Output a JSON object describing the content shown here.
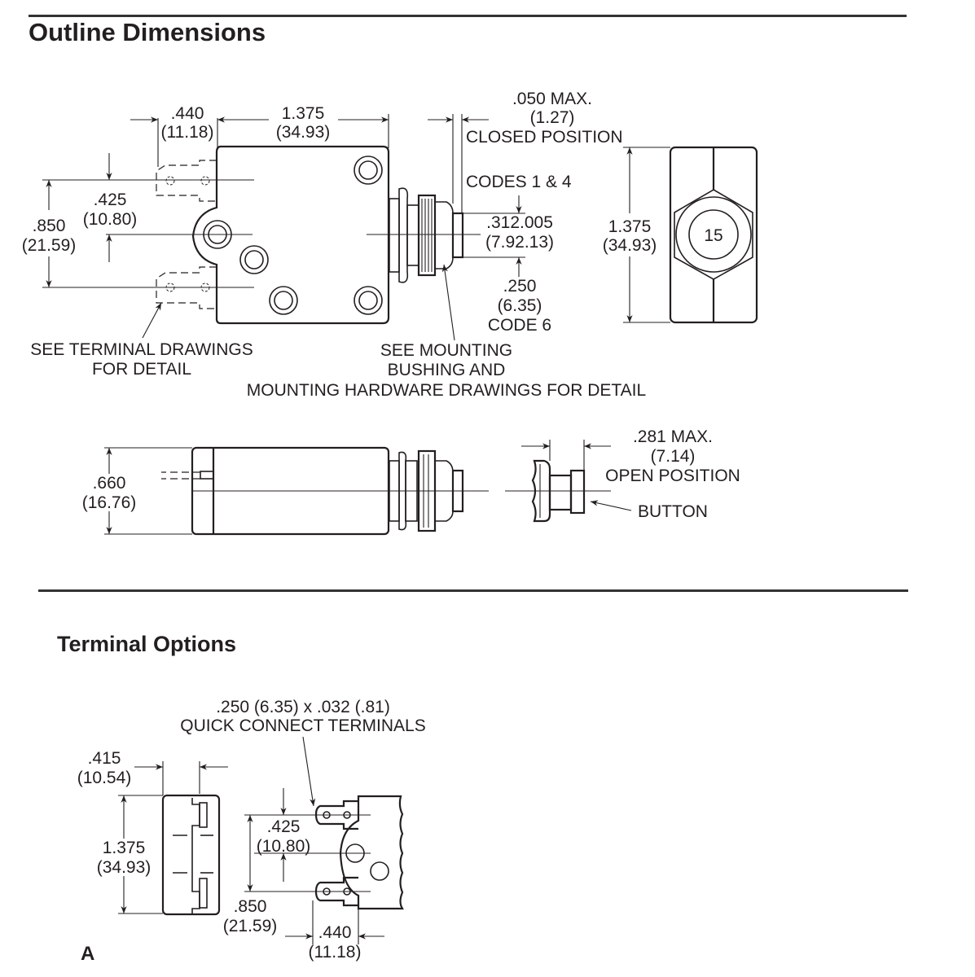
{
  "sections": {
    "outline": {
      "title": "Outline Dimensions"
    },
    "terminal": {
      "title": "Terminal Options",
      "option_label": "A"
    }
  },
  "outline_top_view": {
    "terminal_offset": {
      "in": ".440",
      "mm": "(11.18)"
    },
    "body_length": {
      "in": "1.375",
      "mm": "(34.93)"
    },
    "terminal_pitch_half": {
      "in": ".425",
      "mm": "(10.80)"
    },
    "terminal_pitch": {
      "in": ".850",
      "mm": "(21.59)"
    },
    "closed_protrusion": {
      "in": ".050 MAX.",
      "mm": "(1.27)",
      "note": "CLOSED POSITION"
    },
    "button_dia_codes_1_4": {
      "note": "CODES 1 & 4",
      "in": ".312.005",
      "mm": "(7.92.13)"
    },
    "button_dia_code_6": {
      "in": ".250",
      "mm": "(6.35)",
      "note": "CODE 6"
    },
    "terminal_callout": [
      "SEE TERMINAL DRAWINGS",
      "FOR DETAIL"
    ],
    "mounting_callout": [
      "SEE MOUNTING",
      "BUSHING AND",
      "MOUNTING HARDWARE DRAWINGS FOR DETAIL"
    ]
  },
  "outline_end_view": {
    "height": {
      "in": "1.375",
      "mm": "(34.93)"
    },
    "rating_marking": "15"
  },
  "outline_side_view": {
    "thickness": {
      "in": ".660",
      "mm": "(16.76)"
    }
  },
  "button_detail": {
    "open_protrusion": {
      "in": ".281 MAX.",
      "mm": "(7.14)",
      "note": "OPEN POSITION"
    },
    "button_label": "BUTTON"
  },
  "terminal_option_a": {
    "terminal_spec": [
      ".250 (6.35) x .032 (.81)",
      "QUICK CONNECT TERMINALS"
    ],
    "terminal_width": {
      "in": ".415",
      "mm": "(10.54)"
    },
    "body_height": {
      "in": "1.375",
      "mm": "(34.93)"
    },
    "pitch_half": {
      "in": ".425",
      "mm": "(10.80)"
    },
    "pitch": {
      "in": ".850",
      "mm": "(21.59)"
    },
    "terminal_length": {
      "in": ".440",
      "mm": "(11.18)"
    }
  }
}
